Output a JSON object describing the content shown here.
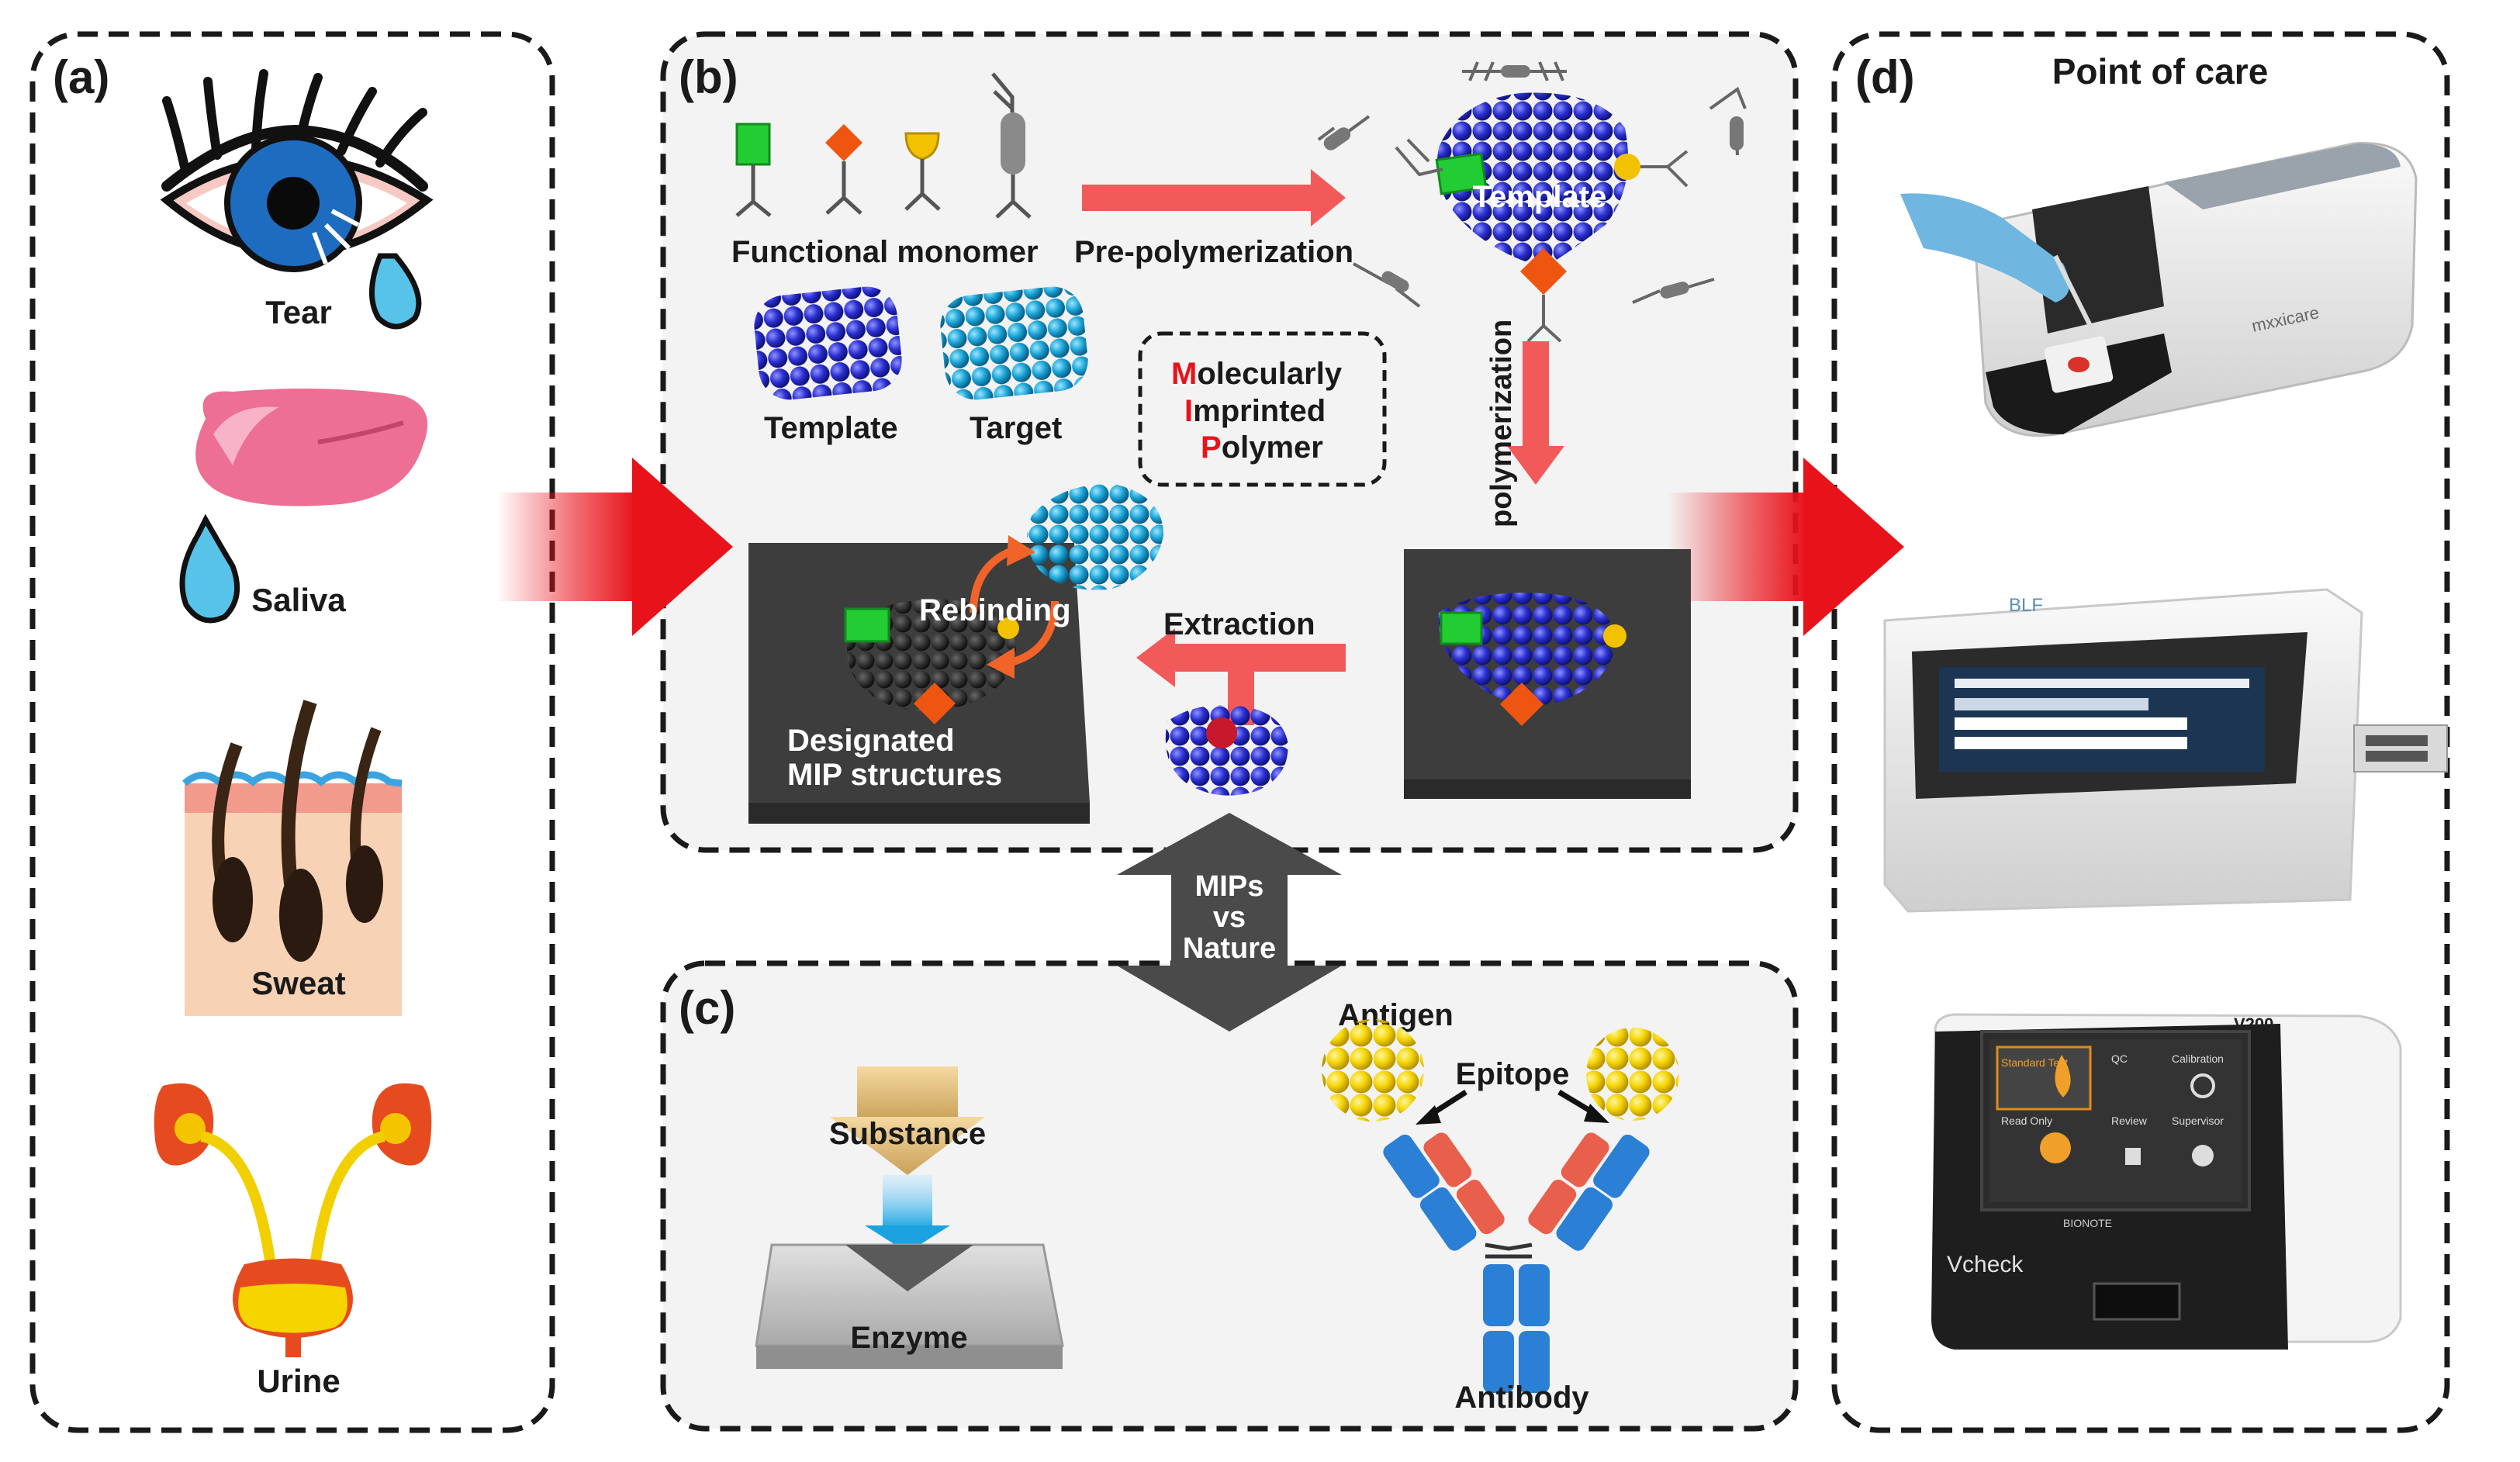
{
  "panels": {
    "a": {
      "label": "(a)",
      "items": [
        "Tear",
        "Saliva",
        "Sweat",
        "Urine"
      ]
    },
    "b": {
      "label": "(b)",
      "functional_monomer": "Functional monomer",
      "pre_polymerization": "Pre-polymerization",
      "template_top": "Template",
      "template": "Template",
      "target": "Target",
      "mip_box": {
        "line1_initial": "M",
        "line1_rest": "olecularly",
        "line2_initial": "I",
        "line2_rest": "mprinted",
        "line3_initial": "P",
        "line3_rest": "olymer"
      },
      "polymerization": "polymerization",
      "rebinding": "Rebinding",
      "extraction": "Extraction",
      "designated_line1": "Designated",
      "designated_line2": "MIP structures"
    },
    "c": {
      "label": "(c)",
      "mips_vs_nature": [
        "MIPs",
        "vs",
        "Nature"
      ],
      "substance": "Substance",
      "enzyme": "Enzyme",
      "antigen": "Antigen",
      "epitope": "Epitope",
      "antibody": "Antibody"
    },
    "d": {
      "label": "(d)",
      "title": "Point of care",
      "device1_brand": "mxxicare",
      "device2_brand": "BLF",
      "device3_model": "V200",
      "device3_brand": "Vcheck",
      "device3_maker": "BIONOTE",
      "device3_screen": {
        "standard_test": "Standard Test",
        "qc": "QC",
        "calibration": "Calibration",
        "read_only": "Read Only",
        "review": "Review",
        "supervisor": "Supervisor"
      }
    }
  },
  "colors": {
    "big_arrow": "#e8121a",
    "process_arrow": "#f25a5a",
    "mip_initial": "#e8121a",
    "template_ball": "#2a2fd0",
    "target_ball": "#1aa3d6",
    "monomer_green": "#22cc33",
    "monomer_orange": "#ee5511",
    "monomer_yellow": "#f2c200",
    "substrate": "#3d3d3d",
    "double_arrow": "#4a4a4a",
    "antibody_blue": "#2b7fd4",
    "antibody_red": "#e8604c",
    "antigen_yellow": "#f5d400"
  },
  "icons": [
    "eye-icon",
    "tongue-icon",
    "skin-icon",
    "kidney-icon",
    "chip-device-icon",
    "reader-device-icon",
    "vcheck-device-icon"
  ]
}
